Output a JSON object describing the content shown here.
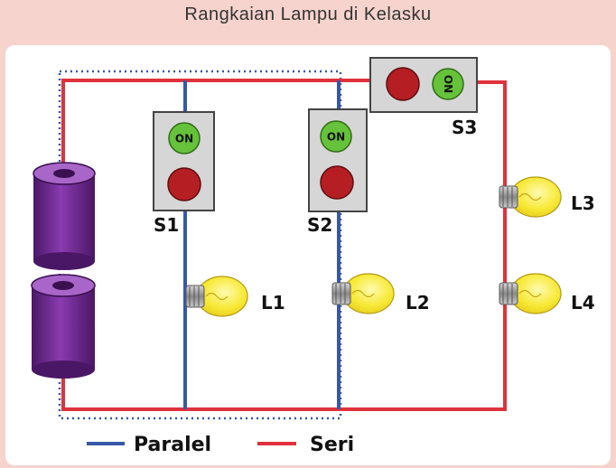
{
  "title": "Rangkaian  Lampu  di Kelasku",
  "colors": {
    "background": "#f6d3cd",
    "parallel_wire": "#3957a8",
    "series_wire": "#e0323c",
    "battery": "#7a2f9a",
    "switch_on": "#66c23a",
    "switch_off": "#b51f24",
    "bulb": "#f7e832"
  },
  "switches": {
    "s1": {
      "label": "S1",
      "on_text": "ON"
    },
    "s2": {
      "label": "S2",
      "on_text": "ON"
    },
    "s3": {
      "label": "S3",
      "on_text": "ON"
    }
  },
  "lamps": {
    "l1": "L1",
    "l2": "L2",
    "l3": "L3",
    "l4": "L4"
  },
  "legend": {
    "parallel": "Paralel",
    "series": "Seri"
  }
}
